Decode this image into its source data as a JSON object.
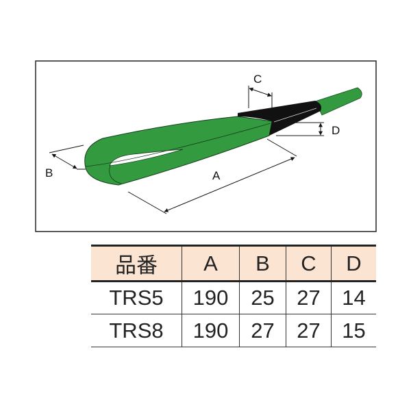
{
  "diagram": {
    "labels": {
      "a": "A",
      "b": "B",
      "c": "C",
      "d": "D"
    },
    "colors": {
      "strap": "#339a3f",
      "sleeve": "#111111",
      "header_bg": "#fce4d3"
    }
  },
  "table": {
    "headers": [
      "品番",
      "A",
      "B",
      "C",
      "D"
    ],
    "rows": [
      [
        "TRS5",
        "190",
        "25",
        "27",
        "14"
      ],
      [
        "TRS8",
        "190",
        "27",
        "27",
        "15"
      ]
    ]
  }
}
